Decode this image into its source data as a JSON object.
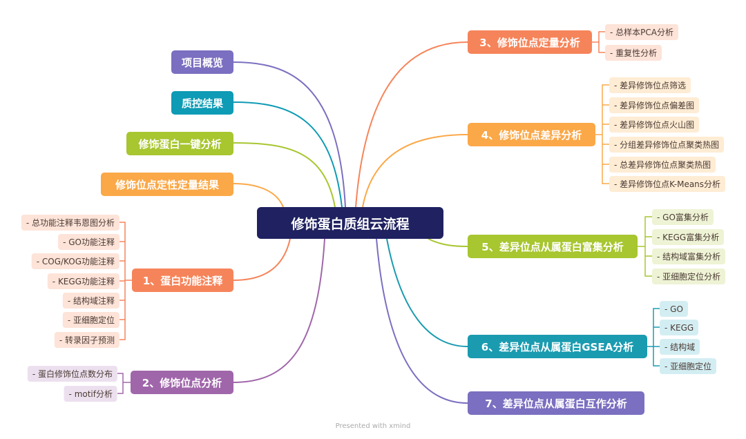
{
  "center": "修饰蛋白质组云流程",
  "left": [
    {
      "label": "项目概览",
      "color": "#7a6fc0"
    },
    {
      "label": "质控结果",
      "color": "#0e9bb5"
    },
    {
      "label": "修饰蛋白一键分析",
      "color": "#a7c62f"
    },
    {
      "label": "修饰位点定性定量结果",
      "color": "#fba848"
    },
    {
      "label": "1、蛋白功能注释",
      "color": "#f6845a",
      "children": [
        "- 总功能注释韦恩图分析",
        "- GO功能注释",
        "- COG/KOG功能注释",
        "- KEGG功能注释",
        "- 结构域注释",
        "- 亚细胞定位",
        "- 转录因子预测"
      ]
    },
    {
      "label": "2、修饰位点分析",
      "color": "#a066aa",
      "children": [
        "- 蛋白修饰位点数分布",
        "- motif分析"
      ]
    }
  ],
  "right": [
    {
      "label": "3、修饰位点定量分析",
      "color": "#f6845a",
      "children": [
        "- 总样本PCA分析",
        "- 重复性分析"
      ]
    },
    {
      "label": "4、修饰位点差异分析",
      "color": "#fba848",
      "children": [
        "- 差异修饰位点筛选",
        "- 差异修饰位点偏差图",
        "- 差异修饰位点火山图",
        "- 分组差异修饰位点聚类热图",
        "- 总差异修饰位点聚类热图",
        "- 差异修饰位点K-Means分析"
      ]
    },
    {
      "label": "5、差异位点从属蛋白富集分析",
      "color": "#a7c62f",
      "children": [
        "- GO富集分析",
        "- KEGG富集分析",
        "- 结构域富集分析",
        "- 亚细胞定位分析"
      ]
    },
    {
      "label": "6、差异位点从属蛋白GSEA分析",
      "color": "#1a9bb0",
      "children": [
        "- GO",
        "- KEGG",
        "- 结构域",
        "- 亚细胞定位"
      ]
    },
    {
      "label": "7、差异位点从属蛋白互作分析",
      "color": "#7a6fc0"
    }
  ],
  "footer": "Presented with xmind"
}
